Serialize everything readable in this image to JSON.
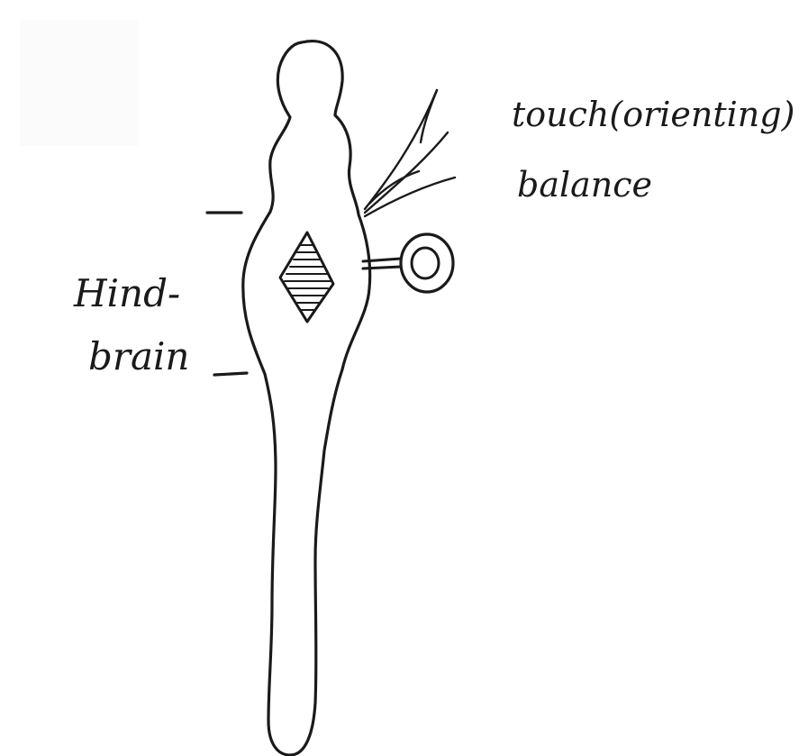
{
  "labels": {
    "sense_line1": "touch(orienting)",
    "sense_line2": "balance",
    "region_line1": "Hind-",
    "region_line2": "brain"
  },
  "colors": {
    "ink": "#1a1a1a",
    "paper": "#ffffff",
    "patch": "#fbfbfb"
  }
}
